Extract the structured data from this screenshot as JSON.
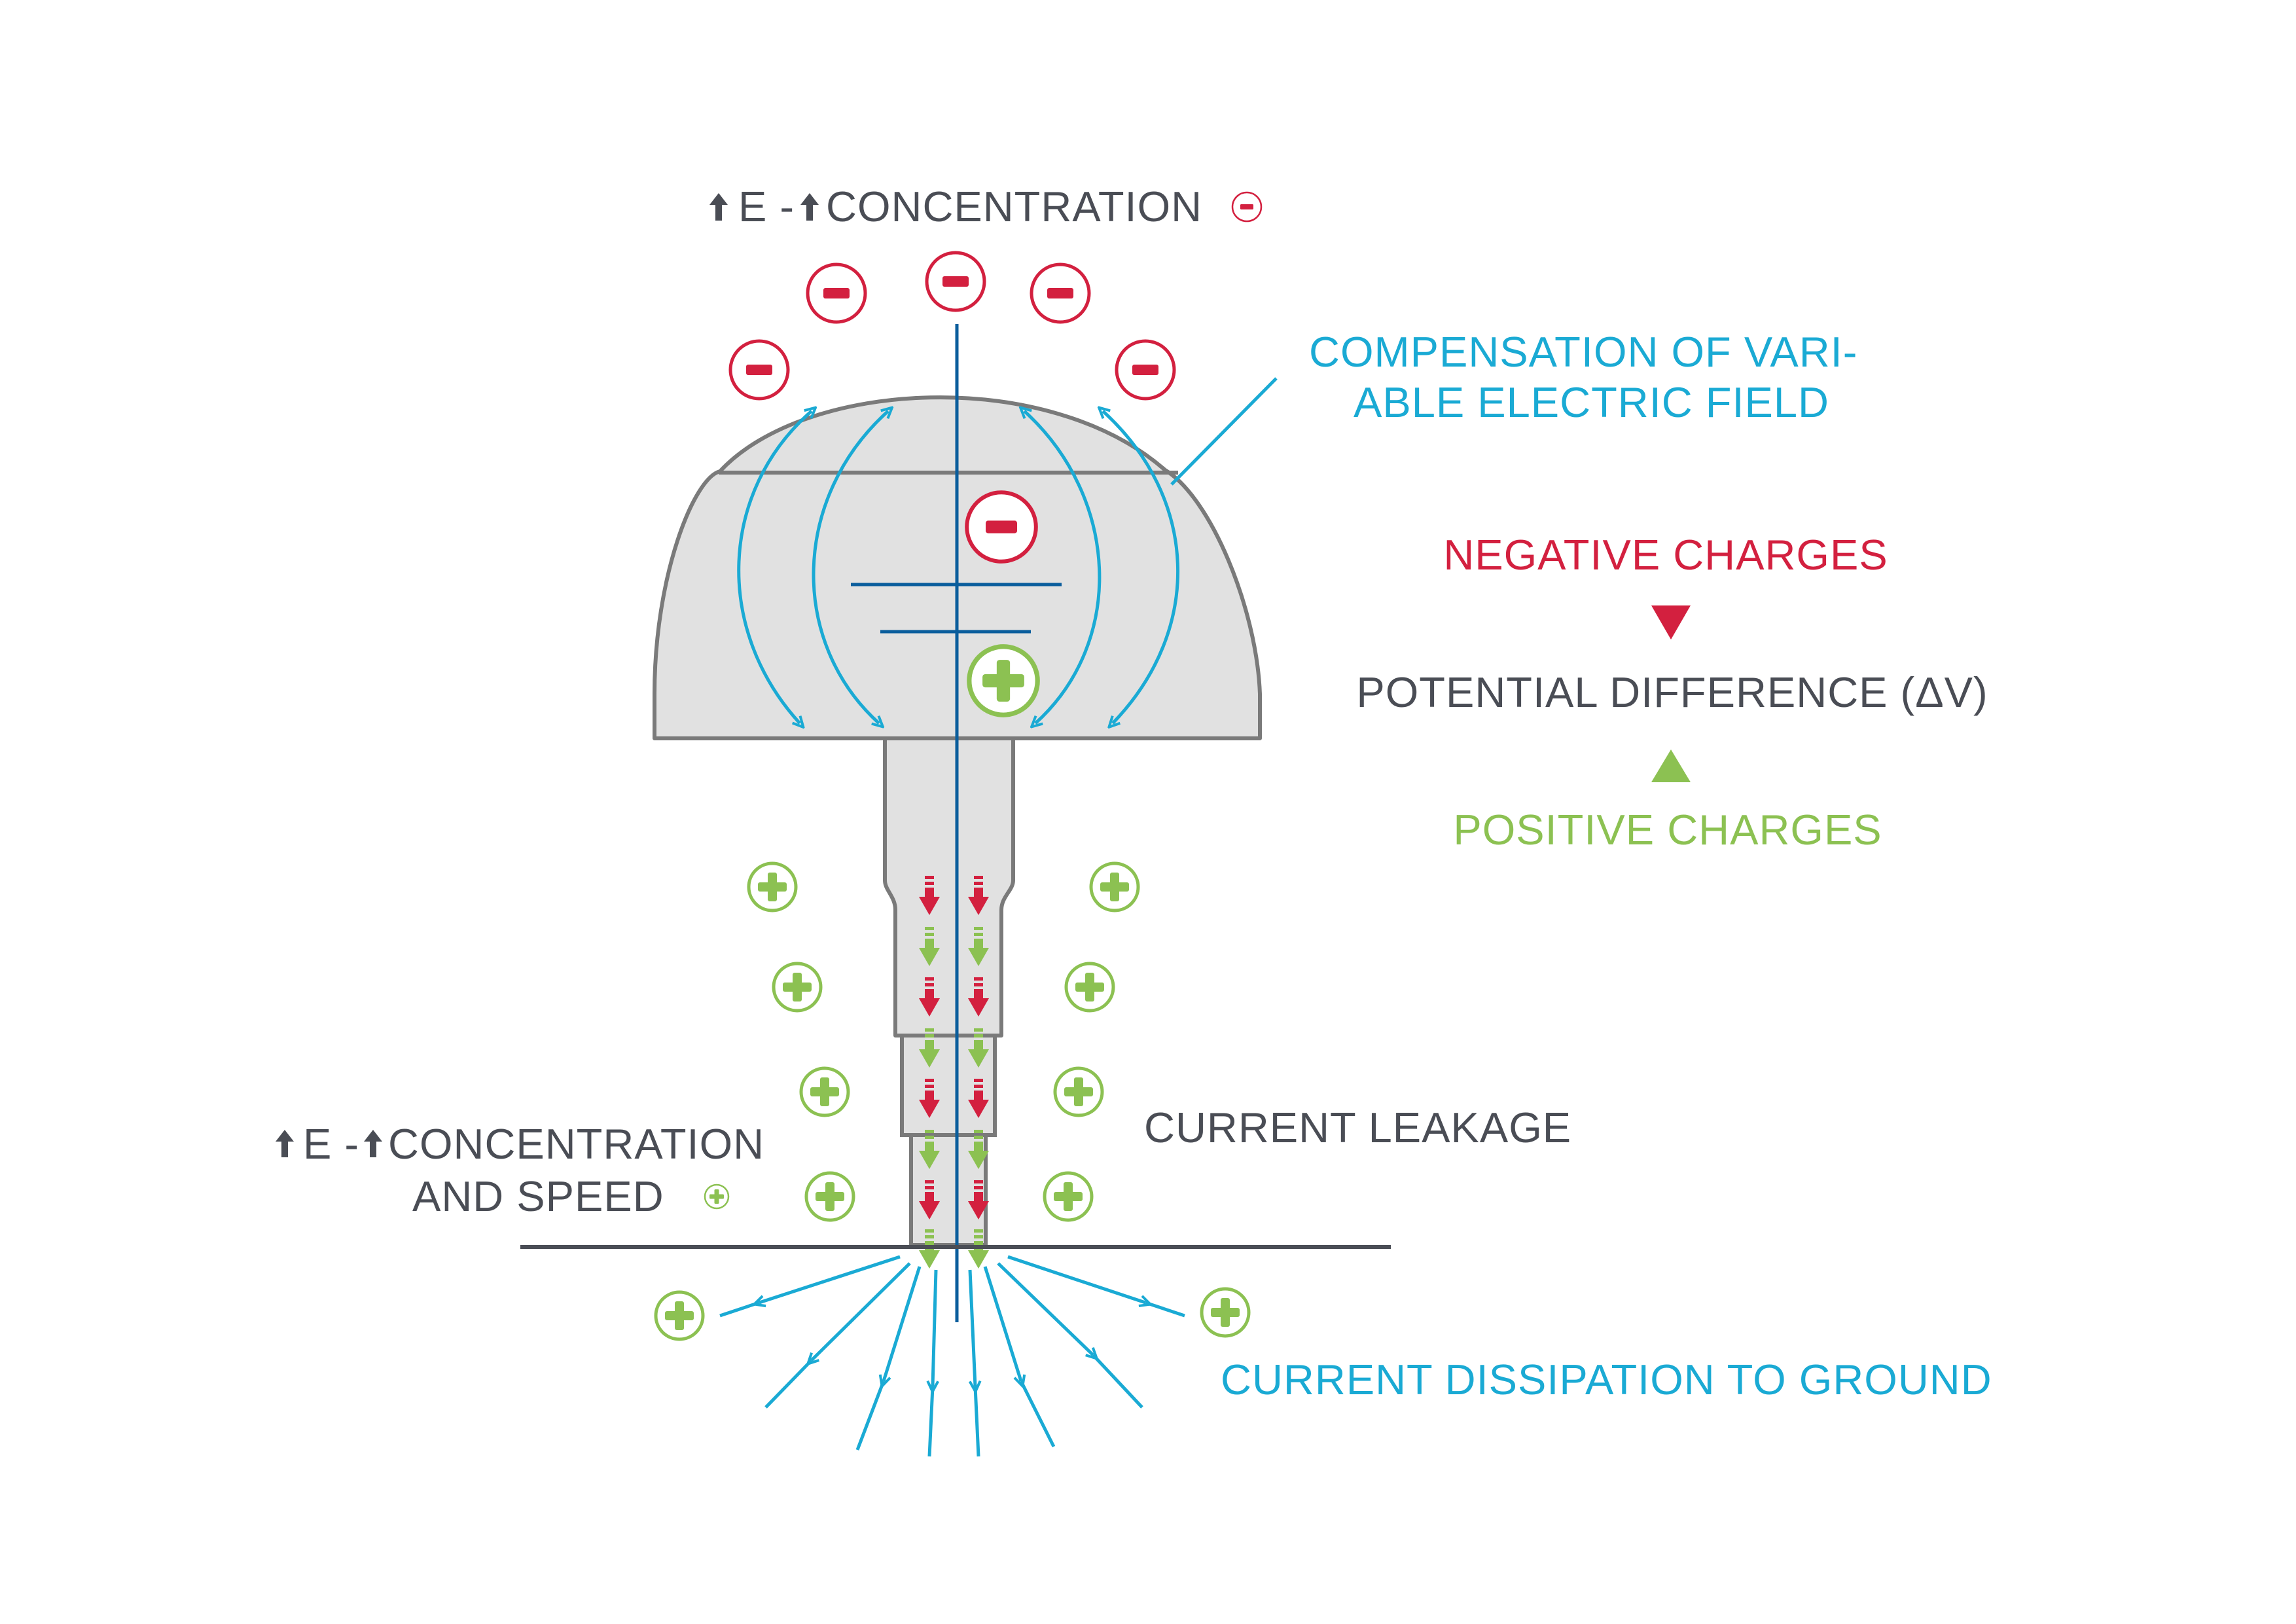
{
  "labels": {
    "top_annotation": "E -",
    "top_annotation_concentration": "CONCENTRATION",
    "compensation_line1": "COMPENSATION OF VARI-",
    "compensation_line2": "ABLE ELECTRIC FIELD",
    "negative_charges": "NEGATIVE CHARGES",
    "potential_difference": "POTENTIAL DIFFERENCE (ΔV)",
    "positive_charges": "POSITIVE CHARGES",
    "current_leakage": "CURRENT LEAKAGE",
    "bottom_annotation": "E -",
    "bottom_annotation_concentration": "CONCENTRATION",
    "bottom_annotation_line2": "AND SPEED",
    "current_dissipation": "CURRENT DISSIPATION TO GROUND"
  },
  "colors": {
    "negative": "#d3203f",
    "positive": "#8cc152",
    "field_lines": "#1aaad4",
    "conductor": "#0a5d9c",
    "body_fill": "#e1e1e1",
    "body_stroke": "#7a7a7a",
    "text_dark": "#4a4d55"
  },
  "icons": [
    "up-arrow-icon",
    "minus-charge-icon",
    "plus-charge-icon",
    "down-triangle-icon",
    "up-triangle-icon"
  ]
}
